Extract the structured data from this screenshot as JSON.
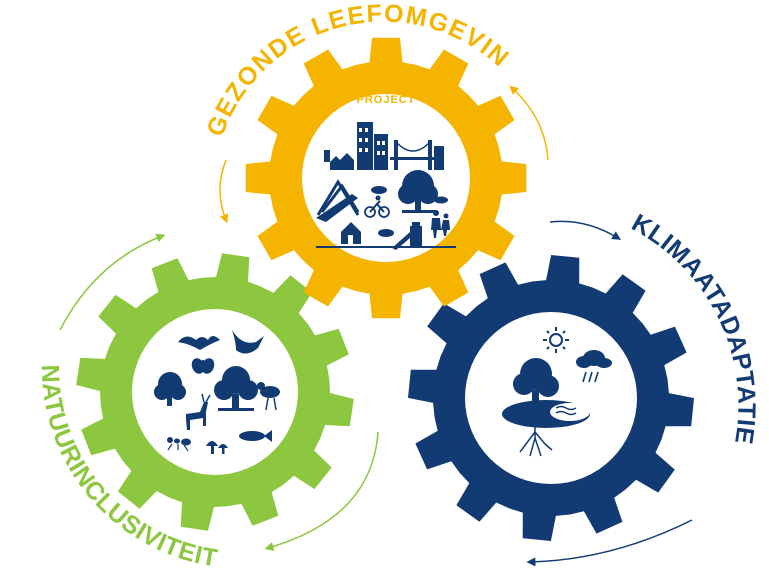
{
  "colors": {
    "yellow": "#F4B400",
    "green": "#8DC63F",
    "navy": "#123A73",
    "white": "#FFFFFF"
  },
  "gears": {
    "top": {
      "label": "GEZONDE LEEFOMGEVING",
      "inner_label": "PROJECT",
      "icons": [
        "buildings-icon",
        "bridge-icon",
        "houses-icon",
        "playground-icon",
        "tree-icon",
        "cyclist-icon",
        "children-icon",
        "slide-icon"
      ]
    },
    "left": {
      "label": "NATUURINCLUSIVITEIT",
      "icons": [
        "bat-icon",
        "swallow-icon",
        "butterfly-icon",
        "tree-icon",
        "bird-icon",
        "deer-icon",
        "ant-icon",
        "mushroom-icon",
        "fish-icon"
      ]
    },
    "right": {
      "label": "KLIMAATADAPTATIE",
      "icons": [
        "sun-icon",
        "rain-cloud-icon",
        "tree-icon",
        "water-pond-icon",
        "roots-icon"
      ]
    }
  }
}
